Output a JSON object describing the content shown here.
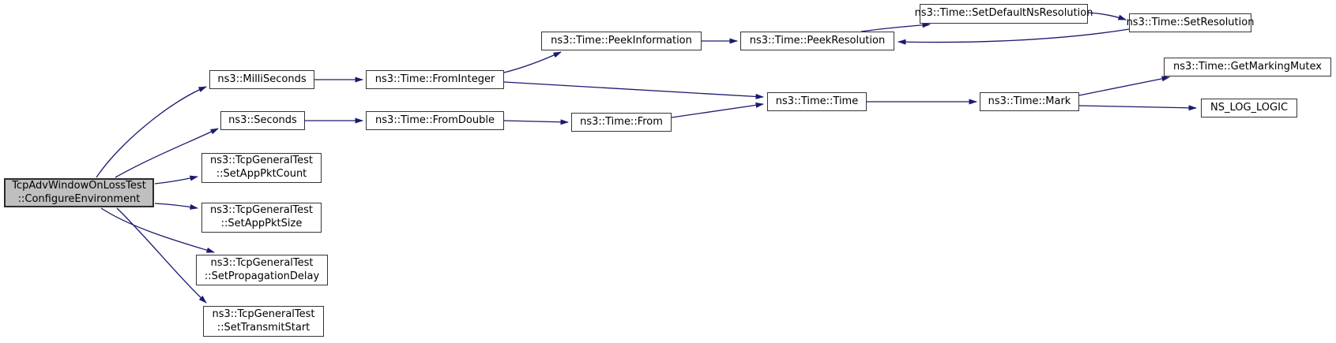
{
  "diagram": {
    "type": "call-graph",
    "background_color": "#ffffff",
    "edge_color": "#1a1a70",
    "node_fill": "#ffffff",
    "node_border_color": "#353535",
    "root_node_fill": "#bfbfbf",
    "nodes": [
      {
        "id": "configure-environment",
        "label": "TcpAdvWindowOnLossTest\n::ConfigureEnvironment",
        "highlighted": true
      },
      {
        "id": "milliseconds",
        "label": "ns3::MilliSeconds",
        "highlighted": false
      },
      {
        "id": "seconds",
        "label": "ns3::Seconds",
        "highlighted": false
      },
      {
        "id": "set-app-pkt-count",
        "label": "ns3::TcpGeneralTest\n::SetAppPktCount",
        "highlighted": false
      },
      {
        "id": "set-app-pkt-size",
        "label": "ns3::TcpGeneralTest\n::SetAppPktSize",
        "highlighted": false
      },
      {
        "id": "set-propagation-delay",
        "label": "ns3::TcpGeneralTest\n::SetPropagationDelay",
        "highlighted": false
      },
      {
        "id": "set-transmit-start",
        "label": "ns3::TcpGeneralTest\n::SetTransmitStart",
        "highlighted": false
      },
      {
        "id": "from-integer",
        "label": "ns3::Time::FromInteger",
        "highlighted": false
      },
      {
        "id": "from-double",
        "label": "ns3::Time::FromDouble",
        "highlighted": false
      },
      {
        "id": "from",
        "label": "ns3::Time::From",
        "highlighted": false
      },
      {
        "id": "peek-information",
        "label": "ns3::Time::PeekInformation",
        "highlighted": false
      },
      {
        "id": "peek-resolution",
        "label": "ns3::Time::PeekResolution",
        "highlighted": false
      },
      {
        "id": "set-default-ns-resolution",
        "label": "ns3::Time::SetDefaultNsResolution",
        "highlighted": false
      },
      {
        "id": "set-resolution",
        "label": "ns3::Time::SetResolution",
        "highlighted": false
      },
      {
        "id": "time",
        "label": "ns3::Time::Time",
        "highlighted": false
      },
      {
        "id": "mark",
        "label": "ns3::Time::Mark",
        "highlighted": false
      },
      {
        "id": "get-marking-mutex",
        "label": "ns3::Time::GetMarkingMutex",
        "highlighted": false
      },
      {
        "id": "ns-log-logic",
        "label": "NS_LOG_LOGIC",
        "highlighted": false
      }
    ],
    "edges": [
      {
        "from": "configure-environment",
        "to": "milliseconds"
      },
      {
        "from": "configure-environment",
        "to": "seconds"
      },
      {
        "from": "configure-environment",
        "to": "set-app-pkt-count"
      },
      {
        "from": "configure-environment",
        "to": "set-app-pkt-size"
      },
      {
        "from": "configure-environment",
        "to": "set-propagation-delay"
      },
      {
        "from": "configure-environment",
        "to": "set-transmit-start"
      },
      {
        "from": "milliseconds",
        "to": "from-integer"
      },
      {
        "from": "seconds",
        "to": "from-double"
      },
      {
        "from": "from-integer",
        "to": "peek-information"
      },
      {
        "from": "from-integer",
        "to": "time"
      },
      {
        "from": "from-double",
        "to": "from"
      },
      {
        "from": "from",
        "to": "time"
      },
      {
        "from": "peek-information",
        "to": "peek-resolution"
      },
      {
        "from": "peek-resolution",
        "to": "set-default-ns-resolution"
      },
      {
        "from": "set-default-ns-resolution",
        "to": "set-resolution"
      },
      {
        "from": "set-resolution",
        "to": "peek-resolution"
      },
      {
        "from": "time",
        "to": "mark"
      },
      {
        "from": "mark",
        "to": "get-marking-mutex"
      },
      {
        "from": "mark",
        "to": "ns-log-logic"
      }
    ]
  }
}
